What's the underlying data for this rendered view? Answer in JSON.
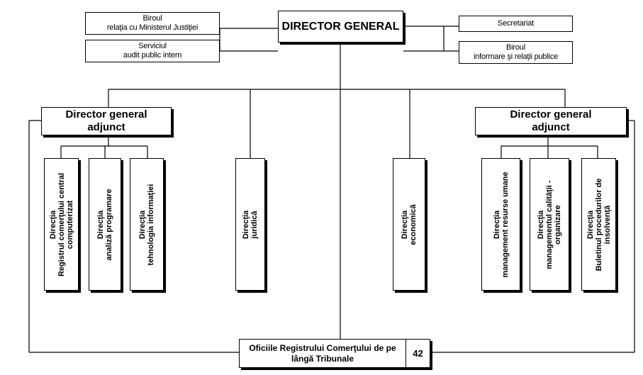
{
  "director_general": "DIRECTOR GENERAL",
  "left_staff": [
    {
      "line1": "Biroul",
      "line2": "relaţia cu Ministerul Justiţiei"
    },
    {
      "line1": "Serviciul",
      "line2": "audit public intern"
    }
  ],
  "right_staff": [
    {
      "line1": "Secretariat",
      "line2": ""
    },
    {
      "line1": "Biroul",
      "line2": "informare şi relaţii publice"
    }
  ],
  "deputy_left": {
    "line1": "Director general",
    "line2": "adjunct"
  },
  "deputy_right": {
    "line1": "Director general",
    "line2": "adjunct"
  },
  "directions_left": [
    {
      "line1": "Direcţia",
      "line2": "Registrul comerţului central",
      "line3": "computerizat"
    },
    {
      "line1": "Direcţia",
      "line2": "analiză programare",
      "line3": ""
    },
    {
      "line1": "Direcţia",
      "line2": "tehnologia informaţiei",
      "line3": ""
    }
  ],
  "direction_juridica": {
    "line1": "Direcţia",
    "line2": "juridică"
  },
  "direction_economica": {
    "line1": "Direcţia",
    "line2": "economică"
  },
  "directions_right": [
    {
      "line1": "Direcţia",
      "line2": "management resurse umane",
      "line3": ""
    },
    {
      "line1": "Direcţia",
      "line2": "managementul calităţii -",
      "line3": "organizare"
    },
    {
      "line1": "Direcţia",
      "line2": "Buletinul procedurilor de",
      "line3": "insolvenţă"
    }
  ],
  "bottom": {
    "line1": "Oficiile Registrului Comerţului de pe",
    "line2": "lângă Tribunale",
    "count": "42"
  }
}
